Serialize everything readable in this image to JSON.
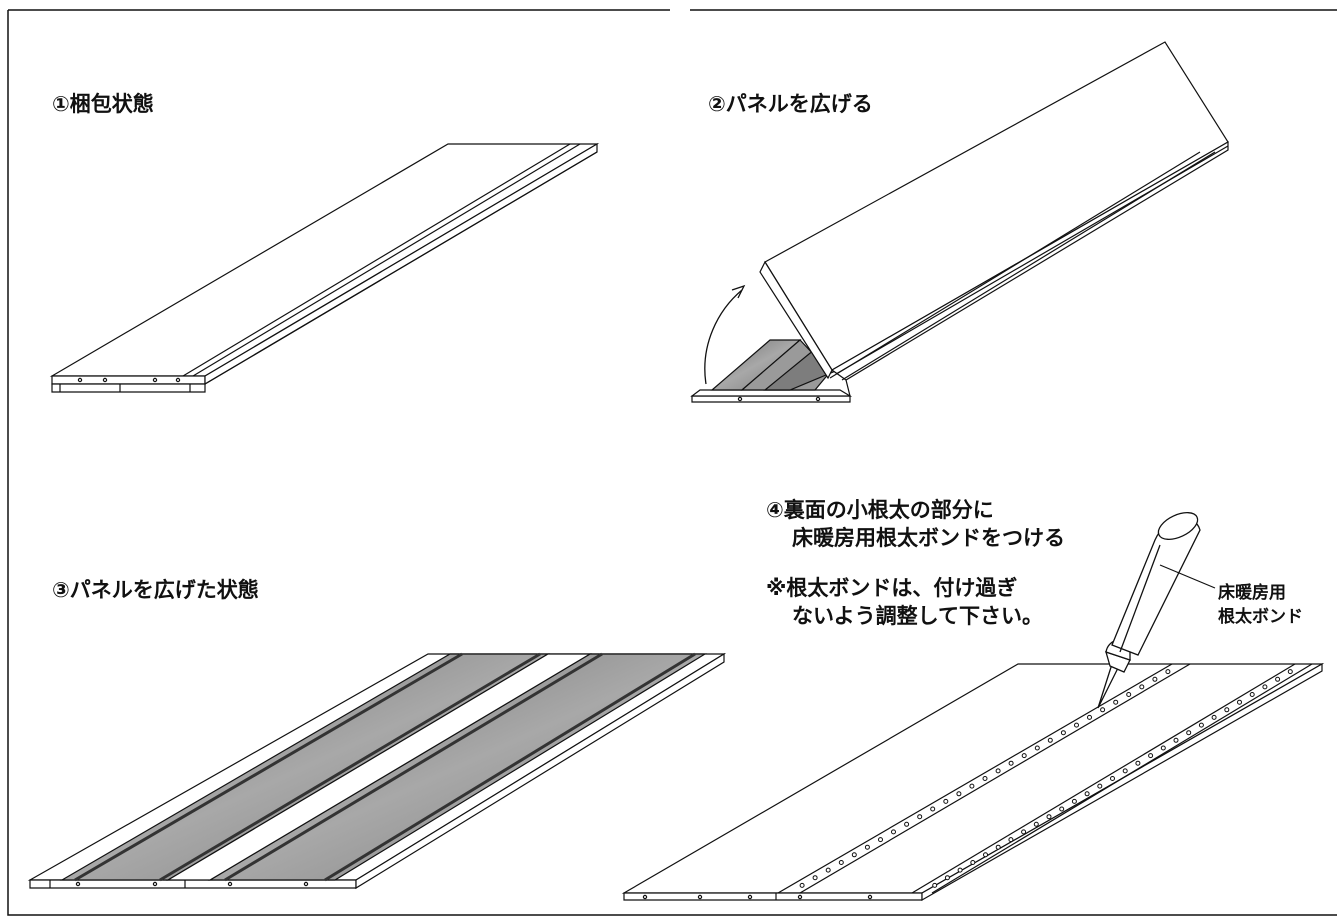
{
  "steps": {
    "step1": {
      "title": "①梱包状態"
    },
    "step2": {
      "title": "②パネルを広げる"
    },
    "step3": {
      "title": "③パネルを広げた状態"
    },
    "step4": {
      "title_line1": "④裏面の小根太の部分に",
      "title_line2": "床暖房用根太ボンドをつける",
      "note_line1": "※根太ボンドは、付け過ぎ",
      "note_line2": "ないよう調整して下さい。",
      "callout_line1": "床暖房用",
      "callout_line2": "根太ボンド"
    }
  },
  "colors": {
    "line": "#111111",
    "panel_face": "#ffffff",
    "heating_strip": "#8c8c8c",
    "heating_strip_dark": "#5a5a5a"
  }
}
